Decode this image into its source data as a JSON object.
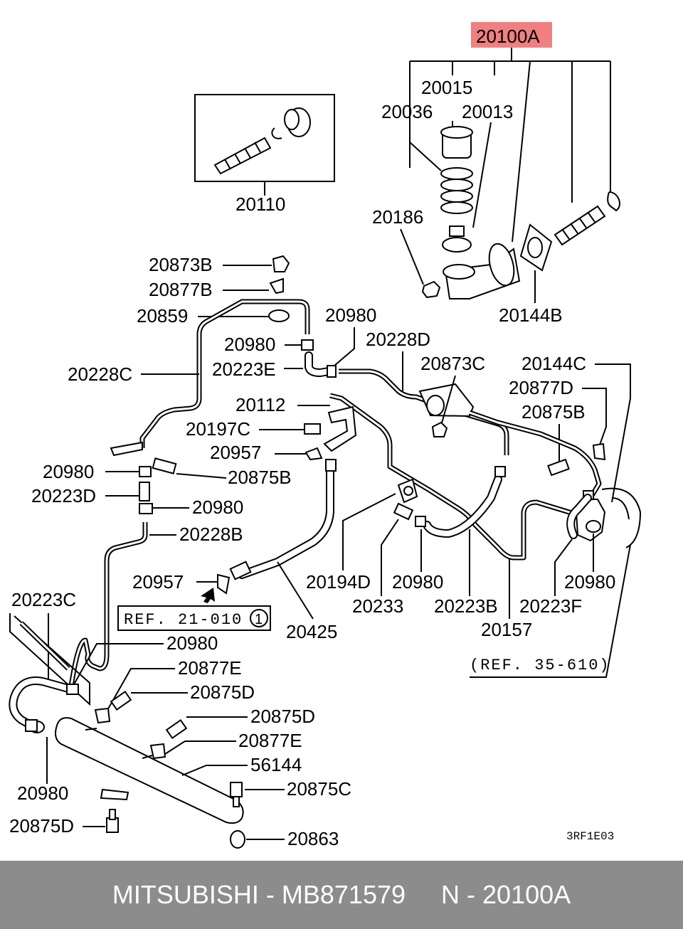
{
  "diagram": {
    "highlight_color": "#f08080",
    "labels": {
      "p20100A": "20100A",
      "p20015": "20015",
      "p20036": "20036",
      "p20013": "20013",
      "p20110": "20110",
      "p20186": "20186",
      "p20144B": "20144B",
      "p20873B": "20873B",
      "p20877B": "20877B",
      "p20859": "20859",
      "p20980_a": "20980",
      "p20980_b": "20980",
      "p20228D": "20228D",
      "p20228C": "20228C",
      "p20223E": "20223E",
      "p20873C": "20873C",
      "p20144C": "20144C",
      "p20877D": "20877D",
      "p20112": "20112",
      "p20875B_a": "20875B",
      "p20197C": "20197C",
      "p20957_a": "20957",
      "p20980_c": "20980",
      "p20875B_b": "20875B",
      "p20223D": "20223D",
      "p20980_d": "20980",
      "p20228B": "20228B",
      "p20957_b": "20957",
      "p20194D": "20194D",
      "p20980_e": "20980",
      "p20980_f": "20980",
      "p20233": "20233",
      "p20223B": "20223B",
      "p20223F": "20223F",
      "p20425": "20425",
      "p20157": "20157",
      "p20223C": "20223C",
      "p20980_g": "20980",
      "p20877E_a": "20877E",
      "p20875D_a": "20875D",
      "p20875D_b": "20875D",
      "p20877E_b": "20877E",
      "p56144": "56144",
      "p20875C": "20875C",
      "p20980_h": "20980",
      "p20875D_c": "20875D",
      "p20863": "20863",
      "ref_21": "REF. 21-010",
      "ref_21_num": "1",
      "ref_35": "(REF. 35-610)",
      "drawing_code": "3RF1E03"
    }
  },
  "footer": {
    "brand": "MITSUBISHI",
    "separator": " - ",
    "part_number": "MB871579",
    "gap": "     ",
    "n_label": "N - 20100A",
    "background": "#8c8c8c"
  }
}
